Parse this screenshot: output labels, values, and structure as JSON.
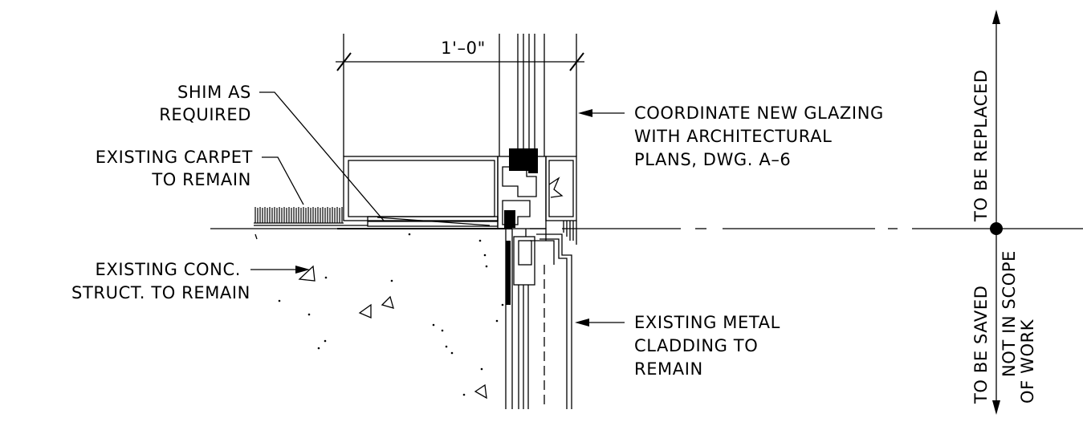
{
  "dimension": {
    "text": "1'–0\""
  },
  "notes": {
    "shim": [
      "SHIM AS",
      "REQUIRED"
    ],
    "carpet": [
      "EXISTING CARPET",
      "TO REMAIN"
    ],
    "concrete": [
      "EXISTING CONC.",
      "STRUCT. TO REMAIN"
    ],
    "glazing": [
      "COORDINATE NEW GLAZING",
      "WITH ARCHITECTURAL",
      "PLANS, DWG. A–6"
    ],
    "cladding": [
      "EXISTING METAL",
      "CLADDING TO",
      "REMAIN"
    ]
  },
  "scope": {
    "upper": "TO BE REPLACED",
    "lower_saved": "TO BE SAVED",
    "lower_not_in_scope_1": "NOT IN SCOPE",
    "lower_not_in_scope_2": "OF WORK"
  }
}
